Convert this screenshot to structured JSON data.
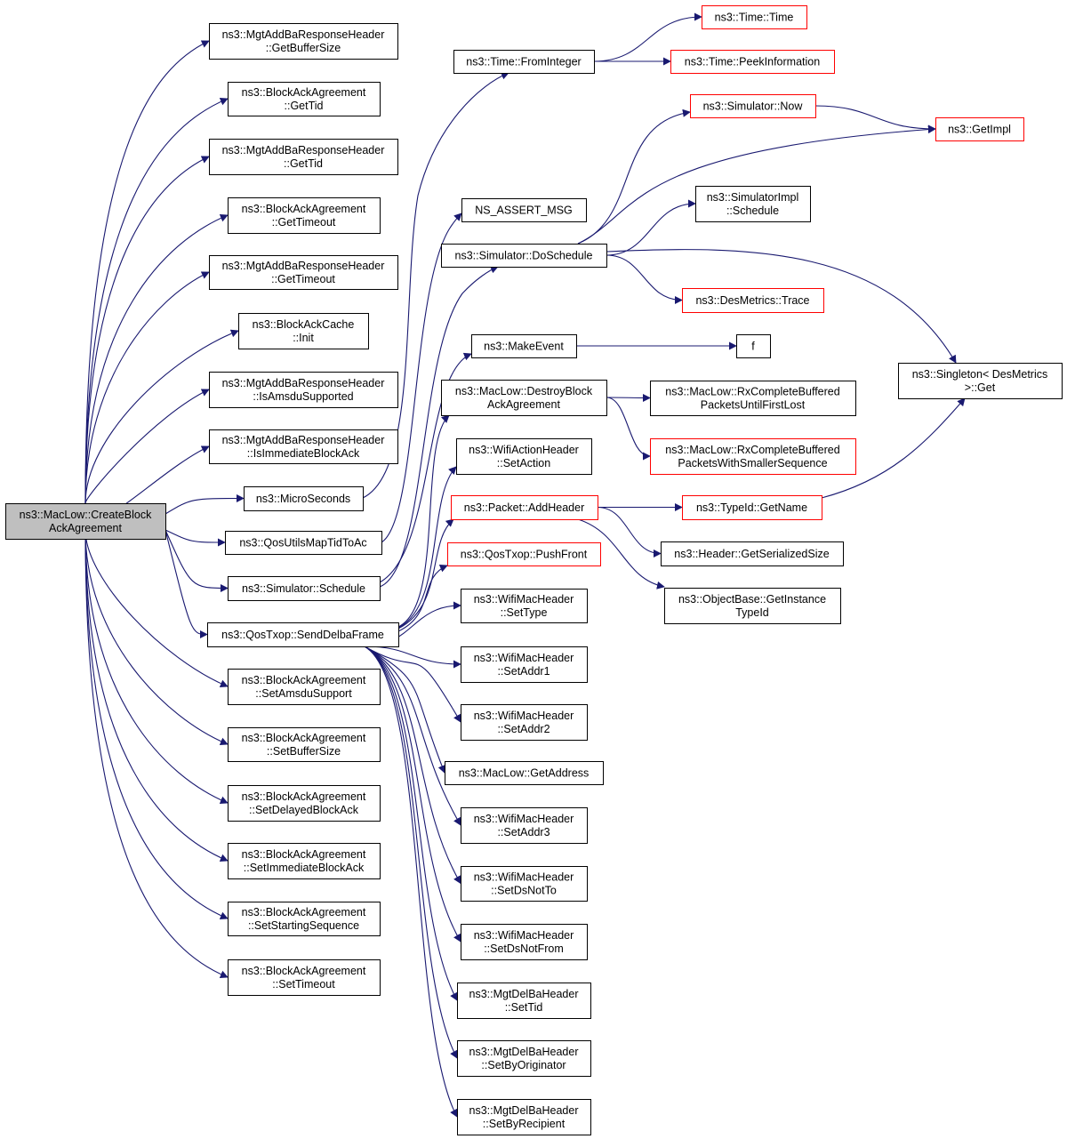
{
  "diagram": {
    "root": "n_root",
    "nodes": [
      {
        "id": "n_root",
        "lines": [
          "ns3::MacLow::CreateBlock",
          "AckAgreement"
        ],
        "style": "root"
      },
      {
        "id": "n_getbuf_resp",
        "lines": [
          "ns3::MgtAddBaResponseHeader",
          "::GetBufferSize"
        ],
        "style": "normal"
      },
      {
        "id": "n_gettid_ag",
        "lines": [
          "ns3::BlockAckAgreement",
          "::GetTid"
        ],
        "style": "normal"
      },
      {
        "id": "n_gettid_resp",
        "lines": [
          "ns3::MgtAddBaResponseHeader",
          "::GetTid"
        ],
        "style": "normal"
      },
      {
        "id": "n_gettimeout_ag",
        "lines": [
          "ns3::BlockAckAgreement",
          "::GetTimeout"
        ],
        "style": "normal"
      },
      {
        "id": "n_gettimeout_resp",
        "lines": [
          "ns3::MgtAddBaResponseHeader",
          "::GetTimeout"
        ],
        "style": "normal"
      },
      {
        "id": "n_cache_init",
        "lines": [
          "ns3::BlockAckCache",
          "::Init"
        ],
        "style": "normal"
      },
      {
        "id": "n_isamsdu",
        "lines": [
          "ns3::MgtAddBaResponseHeader",
          "::IsAmsduSupported"
        ],
        "style": "normal"
      },
      {
        "id": "n_isimmediate",
        "lines": [
          "ns3::MgtAddBaResponseHeader",
          "::IsImmediateBlockAck"
        ],
        "style": "normal"
      },
      {
        "id": "n_microseconds",
        "lines": [
          "ns3::MicroSeconds"
        ],
        "style": "normal"
      },
      {
        "id": "n_qosutils",
        "lines": [
          "ns3::QosUtilsMapTidToAc"
        ],
        "style": "normal"
      },
      {
        "id": "n_sim_schedule",
        "lines": [
          "ns3::Simulator::Schedule"
        ],
        "style": "normal"
      },
      {
        "id": "n_senddelba",
        "lines": [
          "ns3::QosTxop::SendDelbaFrame"
        ],
        "style": "normal"
      },
      {
        "id": "n_setamsdu",
        "lines": [
          "ns3::BlockAckAgreement",
          "::SetAmsduSupport"
        ],
        "style": "normal"
      },
      {
        "id": "n_setbuf",
        "lines": [
          "ns3::BlockAckAgreement",
          "::SetBufferSize"
        ],
        "style": "normal"
      },
      {
        "id": "n_setdelayed",
        "lines": [
          "ns3::BlockAckAgreement",
          "::SetDelayedBlockAck"
        ],
        "style": "normal"
      },
      {
        "id": "n_setimmediate",
        "lines": [
          "ns3::BlockAckAgreement",
          "::SetImmediateBlockAck"
        ],
        "style": "normal"
      },
      {
        "id": "n_setstarting",
        "lines": [
          "ns3::BlockAckAgreement",
          "::SetStartingSequence"
        ],
        "style": "normal"
      },
      {
        "id": "n_settimeout",
        "lines": [
          "ns3::BlockAckAgreement",
          "::SetTimeout"
        ],
        "style": "normal"
      },
      {
        "id": "n_frominteger",
        "lines": [
          "ns3::Time::FromInteger"
        ],
        "style": "normal"
      },
      {
        "id": "n_assert",
        "lines": [
          "NS_ASSERT_MSG"
        ],
        "style": "normal"
      },
      {
        "id": "n_doschedule",
        "lines": [
          "ns3::Simulator::DoSchedule"
        ],
        "style": "normal"
      },
      {
        "id": "n_makeevent",
        "lines": [
          "ns3::MakeEvent"
        ],
        "style": "normal"
      },
      {
        "id": "n_destroyblock",
        "lines": [
          "ns3::MacLow::DestroyBlock",
          "AckAgreement"
        ],
        "style": "normal"
      },
      {
        "id": "n_setaction",
        "lines": [
          "ns3::WifiActionHeader",
          "::SetAction"
        ],
        "style": "normal"
      },
      {
        "id": "n_addheader",
        "lines": [
          "ns3::Packet::AddHeader"
        ],
        "style": "truncated"
      },
      {
        "id": "n_pushfront",
        "lines": [
          "ns3::QosTxop::PushFront"
        ],
        "style": "truncated"
      },
      {
        "id": "n_settype",
        "lines": [
          "ns3::WifiMacHeader",
          "::SetType"
        ],
        "style": "normal"
      },
      {
        "id": "n_setaddr1",
        "lines": [
          "ns3::WifiMacHeader",
          "::SetAddr1"
        ],
        "style": "normal"
      },
      {
        "id": "n_setaddr2",
        "lines": [
          "ns3::WifiMacHeader",
          "::SetAddr2"
        ],
        "style": "normal"
      },
      {
        "id": "n_getaddress",
        "lines": [
          "ns3::MacLow::GetAddress"
        ],
        "style": "normal"
      },
      {
        "id": "n_setaddr3",
        "lines": [
          "ns3::WifiMacHeader",
          "::SetAddr3"
        ],
        "style": "normal"
      },
      {
        "id": "n_setdsnotto",
        "lines": [
          "ns3::WifiMacHeader",
          "::SetDsNotTo"
        ],
        "style": "normal"
      },
      {
        "id": "n_setdsnotfrom",
        "lines": [
          "ns3::WifiMacHeader",
          "::SetDsNotFrom"
        ],
        "style": "normal"
      },
      {
        "id": "n_delba_settid",
        "lines": [
          "ns3::MgtDelBaHeader",
          "::SetTid"
        ],
        "style": "normal"
      },
      {
        "id": "n_setbyorig",
        "lines": [
          "ns3::MgtDelBaHeader",
          "::SetByOriginator"
        ],
        "style": "normal"
      },
      {
        "id": "n_setbyrecip",
        "lines": [
          "ns3::MgtDelBaHeader",
          "::SetByRecipient"
        ],
        "style": "normal"
      },
      {
        "id": "n_time_time",
        "lines": [
          "ns3::Time::Time"
        ],
        "style": "truncated"
      },
      {
        "id": "n_peekinfo",
        "lines": [
          "ns3::Time::PeekInformation"
        ],
        "style": "truncated"
      },
      {
        "id": "n_sim_now",
        "lines": [
          "ns3::Simulator::Now"
        ],
        "style": "truncated"
      },
      {
        "id": "n_getimpl",
        "lines": [
          "ns3::GetImpl"
        ],
        "style": "truncated"
      },
      {
        "id": "n_simimpl_schedule",
        "lines": [
          "ns3::SimulatorImpl",
          "::Schedule"
        ],
        "style": "normal"
      },
      {
        "id": "n_desmetrics_trace",
        "lines": [
          "ns3::DesMetrics::Trace"
        ],
        "style": "truncated"
      },
      {
        "id": "n_f",
        "lines": [
          "f"
        ],
        "style": "normal"
      },
      {
        "id": "n_singleton_get",
        "lines": [
          "ns3::Singleton< DesMetrics",
          ">::Get"
        ],
        "style": "normal"
      },
      {
        "id": "n_rx_firstlost",
        "lines": [
          "ns3::MacLow::RxCompleteBuffered",
          "PacketsUntilFirstLost"
        ],
        "style": "normal"
      },
      {
        "id": "n_rx_smaller",
        "lines": [
          "ns3::MacLow::RxCompleteBuffered",
          "PacketsWithSmallerSequence"
        ],
        "style": "truncated"
      },
      {
        "id": "n_typeid_getname",
        "lines": [
          "ns3::TypeId::GetName"
        ],
        "style": "truncated"
      },
      {
        "id": "n_header_getsize",
        "lines": [
          "ns3::Header::GetSerializedSize"
        ],
        "style": "normal"
      },
      {
        "id": "n_objectbase_typeid",
        "lines": [
          "ns3::ObjectBase::GetInstance",
          "TypeId"
        ],
        "style": "normal"
      }
    ],
    "edges": [
      [
        "n_root",
        "n_getbuf_resp"
      ],
      [
        "n_root",
        "n_gettid_ag"
      ],
      [
        "n_root",
        "n_gettid_resp"
      ],
      [
        "n_root",
        "n_gettimeout_ag"
      ],
      [
        "n_root",
        "n_gettimeout_resp"
      ],
      [
        "n_root",
        "n_cache_init"
      ],
      [
        "n_root",
        "n_isamsdu"
      ],
      [
        "n_root",
        "n_isimmediate"
      ],
      [
        "n_root",
        "n_microseconds"
      ],
      [
        "n_root",
        "n_qosutils"
      ],
      [
        "n_root",
        "n_sim_schedule"
      ],
      [
        "n_root",
        "n_senddelba"
      ],
      [
        "n_root",
        "n_setamsdu"
      ],
      [
        "n_root",
        "n_setbuf"
      ],
      [
        "n_root",
        "n_setdelayed"
      ],
      [
        "n_root",
        "n_setimmediate"
      ],
      [
        "n_root",
        "n_setstarting"
      ],
      [
        "n_root",
        "n_settimeout"
      ],
      [
        "n_microseconds",
        "n_frominteger"
      ],
      [
        "n_qosutils",
        "n_assert"
      ],
      [
        "n_sim_schedule",
        "n_doschedule"
      ],
      [
        "n_sim_schedule",
        "n_makeevent"
      ],
      [
        "n_senddelba",
        "n_destroyblock"
      ],
      [
        "n_senddelba",
        "n_setaction"
      ],
      [
        "n_senddelba",
        "n_addheader"
      ],
      [
        "n_senddelba",
        "n_pushfront"
      ],
      [
        "n_senddelba",
        "n_settype"
      ],
      [
        "n_senddelba",
        "n_setaddr1"
      ],
      [
        "n_senddelba",
        "n_setaddr2"
      ],
      [
        "n_senddelba",
        "n_getaddress"
      ],
      [
        "n_senddelba",
        "n_setaddr3"
      ],
      [
        "n_senddelba",
        "n_setdsnotto"
      ],
      [
        "n_senddelba",
        "n_setdsnotfrom"
      ],
      [
        "n_senddelba",
        "n_delba_settid"
      ],
      [
        "n_senddelba",
        "n_setbyorig"
      ],
      [
        "n_senddelba",
        "n_setbyrecip"
      ],
      [
        "n_frominteger",
        "n_time_time"
      ],
      [
        "n_frominteger",
        "n_peekinfo"
      ],
      [
        "n_doschedule",
        "n_sim_now"
      ],
      [
        "n_doschedule",
        "n_getimpl"
      ],
      [
        "n_doschedule",
        "n_simimpl_schedule"
      ],
      [
        "n_doschedule",
        "n_desmetrics_trace"
      ],
      [
        "n_doschedule",
        "n_singleton_get"
      ],
      [
        "n_sim_now",
        "n_getimpl"
      ],
      [
        "n_makeevent",
        "n_f"
      ],
      [
        "n_destroyblock",
        "n_rx_firstlost"
      ],
      [
        "n_destroyblock",
        "n_rx_smaller"
      ],
      [
        "n_addheader",
        "n_typeid_getname"
      ],
      [
        "n_addheader",
        "n_header_getsize"
      ],
      [
        "n_addheader",
        "n_objectbase_typeid"
      ],
      [
        "n_typeid_getname",
        "n_singleton_get"
      ]
    ],
    "colors": {
      "edge": "#191970",
      "box_border": "#000000",
      "truncated_border": "#ff0000",
      "root_fill": "#bfbfbf",
      "box_fill": "#ffffff"
    }
  }
}
